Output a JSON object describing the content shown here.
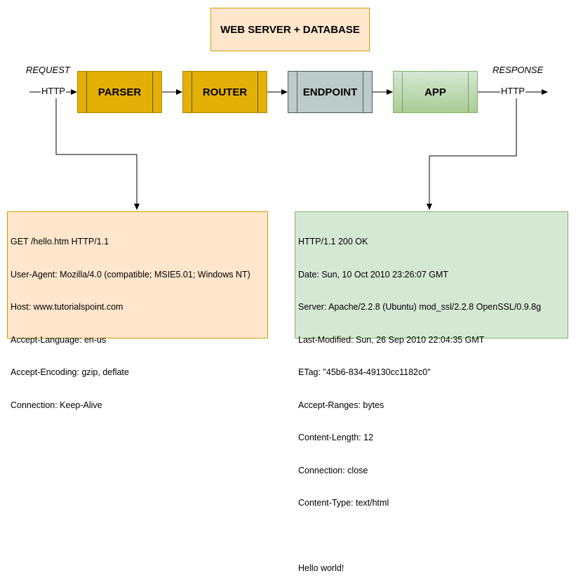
{
  "title": "WEB SERVER + DATABASE",
  "request_label": "REQUEST",
  "response_label": "RESPONSE",
  "http_in": "HTTP",
  "http_out": "HTTP",
  "stages": {
    "parser": "PARSER",
    "router": "ROUTER",
    "endpoint": "ENDPOINT",
    "app": "APP"
  },
  "request_lines": [
    "GET /hello.htm HTTP/1.1",
    "User-Agent: Mozilla/4.0 (compatible; MSIE5.01; Windows NT)",
    "Host: www.tutorialspoint.com",
    "Accept-Language: en-us",
    "Accept-Encoding: gzip, deflate",
    "Connection: Keep-Alive"
  ],
  "response_lines": [
    "HTTP/1.1 200 OK",
    "Date: Sun, 10 Oct 2010 23:26:07 GMT",
    "Server: Apache/2.2.8 (Ubuntu) mod_ssl/2.2.8 OpenSSL/0.9.8g",
    "Last-Modified: Sun, 26 Sep 2010 22:04:35 GMT",
    "ETag: \"45b6-834-49130cc1182c0\"",
    "Accept-Ranges: bytes",
    "Content-Length: 12",
    "Connection: close",
    "Content-Type: text/html",
    "",
    "Hello world!"
  ],
  "colors": {
    "title_fill": "#ffe6cc",
    "parser_fill": "#e3b008",
    "router_fill": "#e3b008",
    "endpoint_fill": "#bccbc9",
    "app_fill": "#d5e8d4",
    "request_box_fill": "#ffe6cc",
    "response_box_fill": "#d5e8d4"
  }
}
